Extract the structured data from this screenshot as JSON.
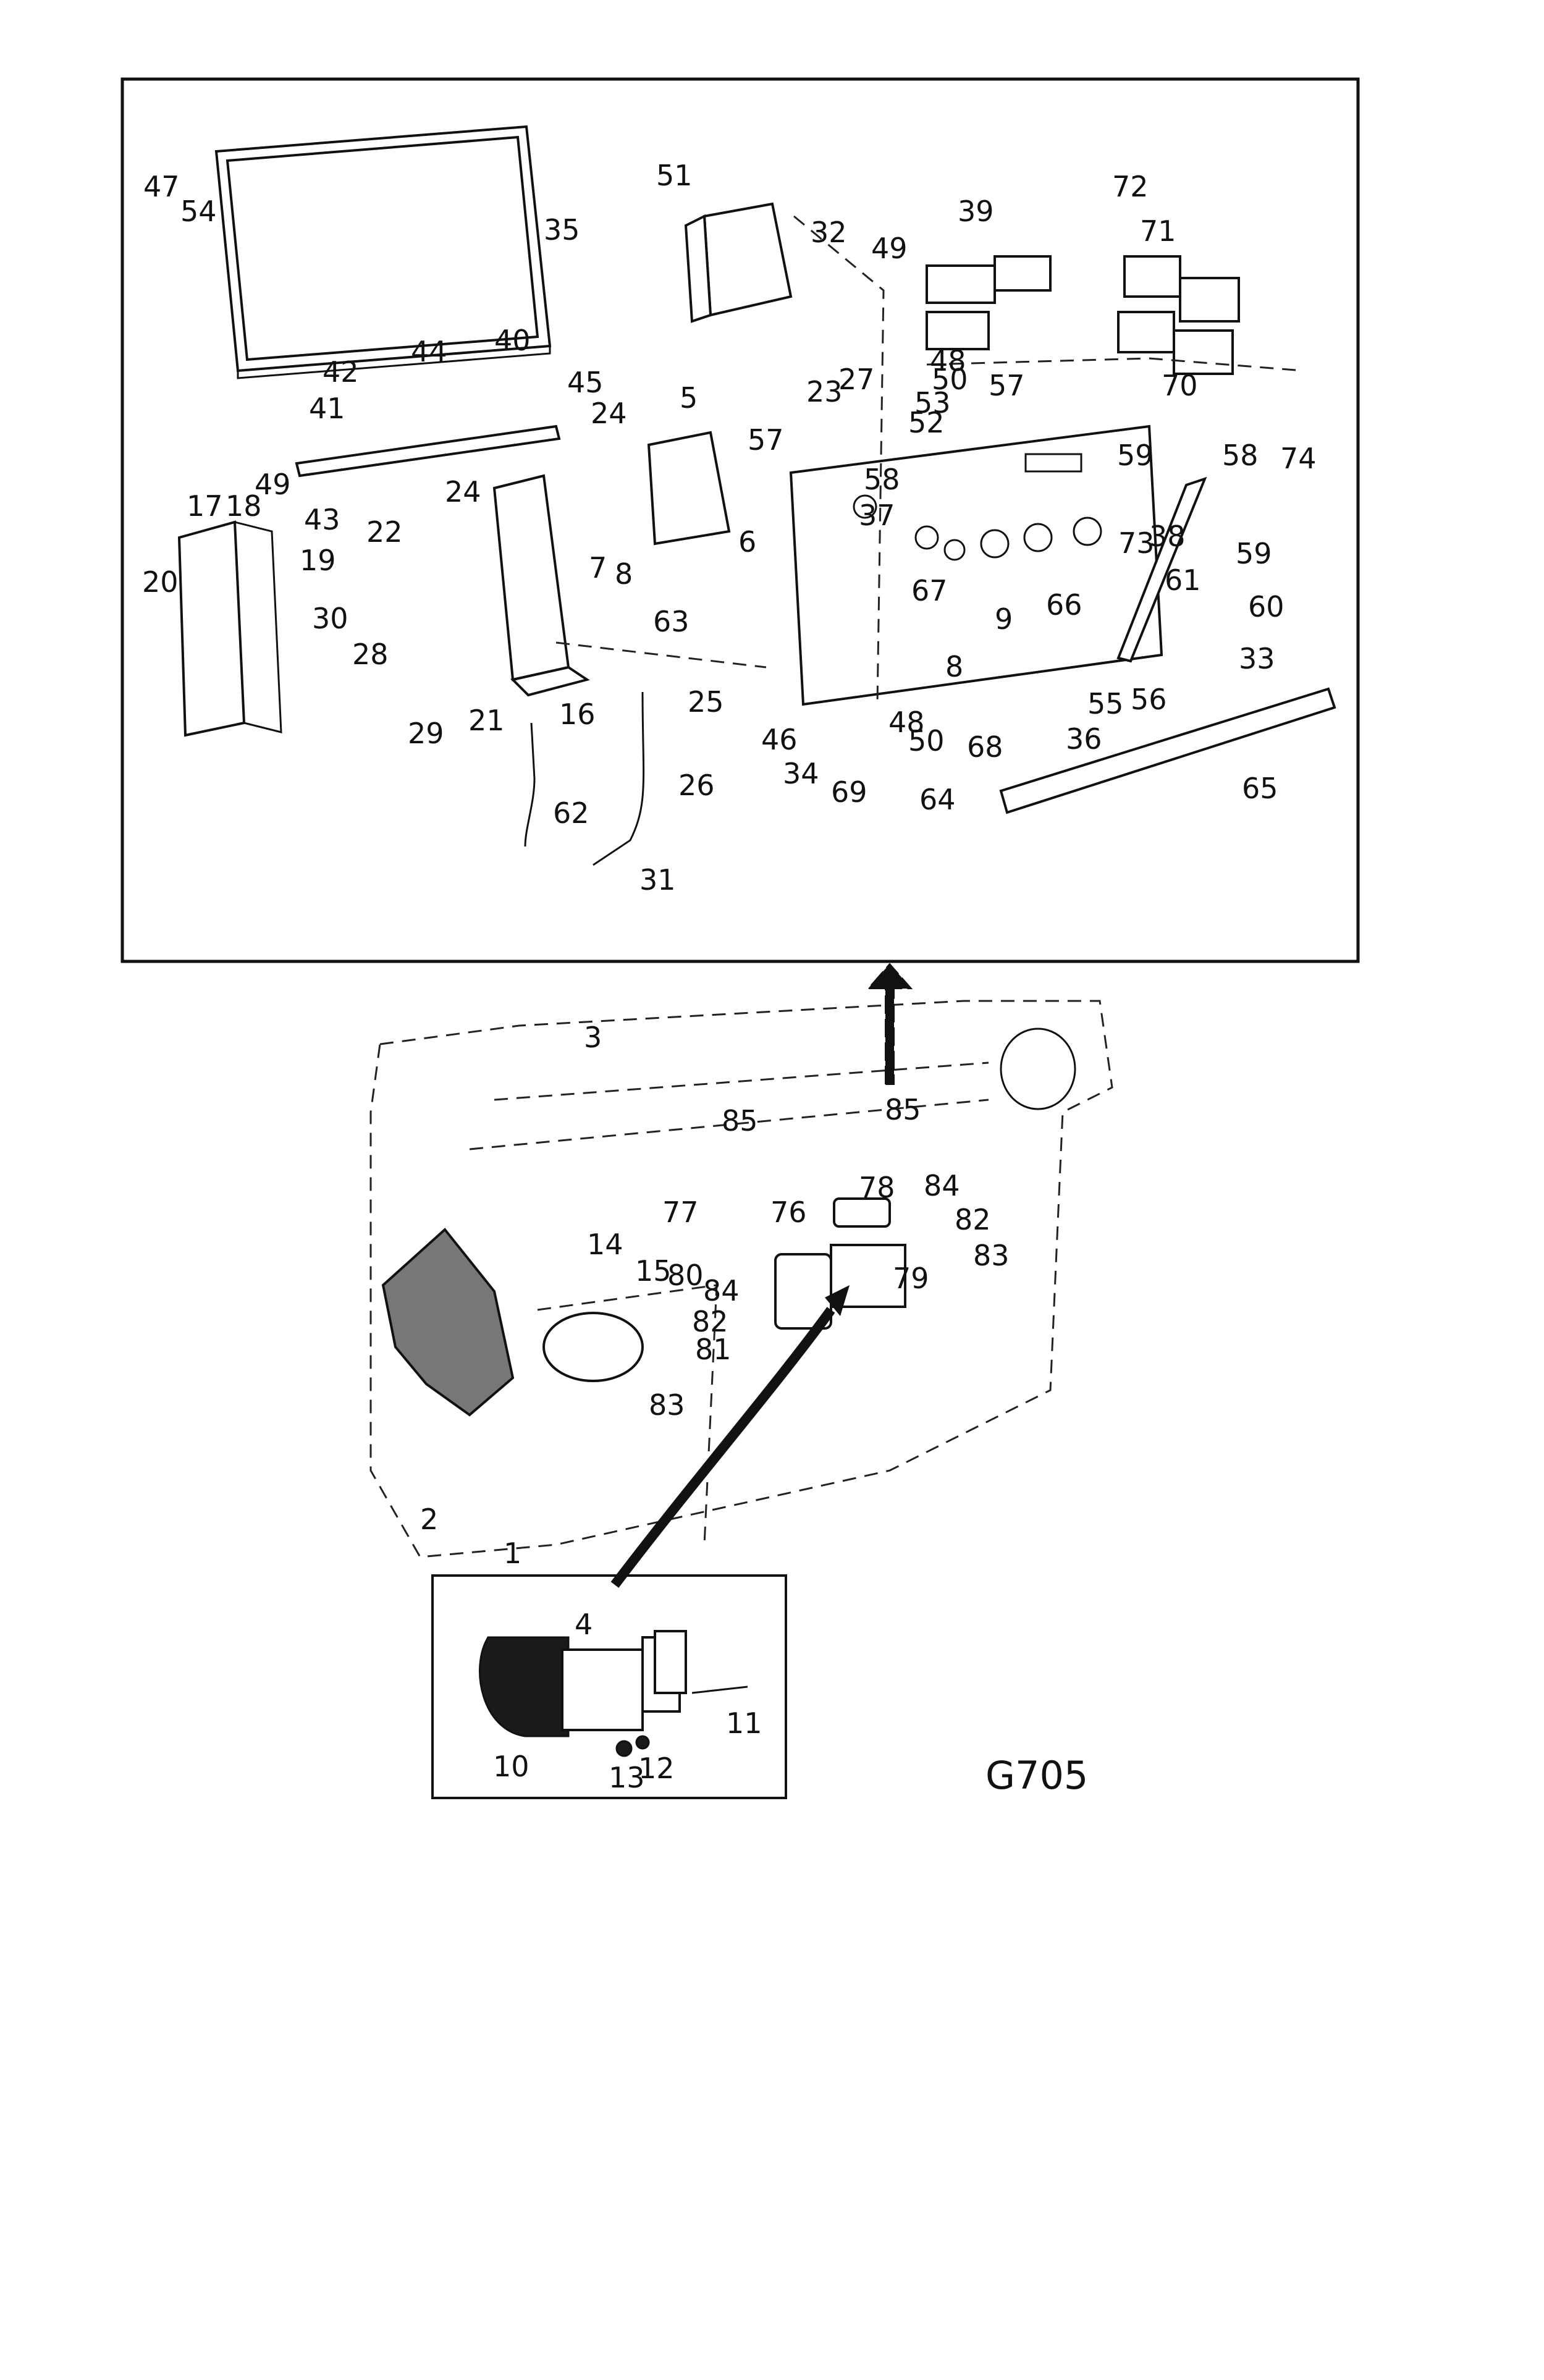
{
  "drawing_code": "G705",
  "labels": {
    "detail_panel": [
      "47",
      "54",
      "35",
      "51",
      "32",
      "49",
      "39",
      "72",
      "71",
      "48",
      "50",
      "70",
      "57",
      "53",
      "52",
      "23",
      "27",
      "42",
      "44",
      "40",
      "45",
      "41",
      "5",
      "24",
      "57",
      "58",
      "58",
      "59",
      "74",
      "49",
      "43",
      "17",
      "18",
      "24",
      "22",
      "37",
      "73",
      "38",
      "59",
      "20",
      "19",
      "7",
      "8",
      "6",
      "30",
      "63",
      "66",
      "61",
      "60",
      "28",
      "67",
      "9",
      "33",
      "8",
      "48",
      "55",
      "56",
      "16",
      "25",
      "29",
      "21",
      "46",
      "50",
      "68",
      "36",
      "34",
      "65",
      "26",
      "62",
      "69",
      "64",
      "31"
    ],
    "engine_view": [
      "3",
      "85",
      "85",
      "78",
      "84",
      "77",
      "76",
      "82",
      "14",
      "15",
      "80",
      "84",
      "83",
      "79",
      "82",
      "81",
      "83",
      "2",
      "1"
    ],
    "inset_view": [
      "4",
      "10",
      "11",
      "13",
      "12"
    ]
  }
}
